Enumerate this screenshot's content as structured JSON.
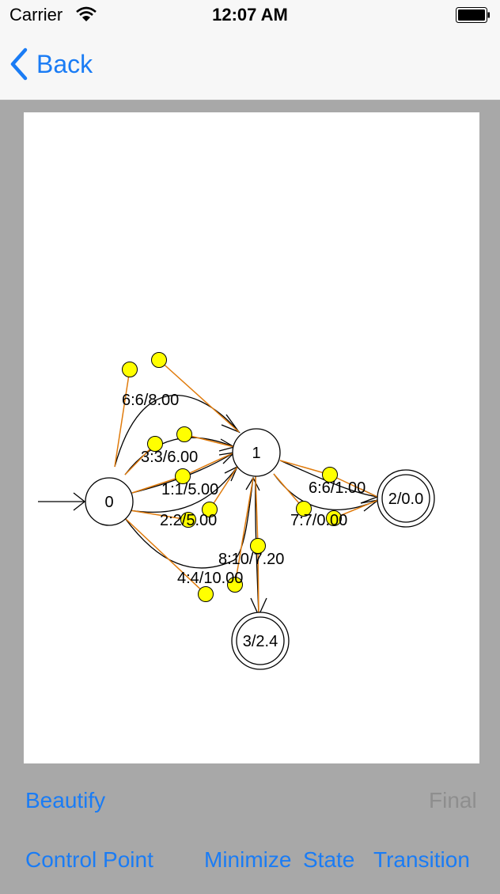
{
  "status_bar": {
    "carrier": "Carrier",
    "time": "12:07 AM"
  },
  "nav": {
    "back_label": "Back"
  },
  "diagram": {
    "states": [
      {
        "label": "0",
        "type": "initial"
      },
      {
        "label": "1",
        "type": "normal"
      },
      {
        "label": "2/0.0",
        "type": "final"
      },
      {
        "label": "3/2.4",
        "type": "final"
      }
    ],
    "transitions": [
      {
        "from": "0",
        "to": "1",
        "label": "6:6/8.00"
      },
      {
        "from": "0",
        "to": "1",
        "label": "3:3/6.00"
      },
      {
        "from": "0",
        "to": "1",
        "label": "1:1/5.00"
      },
      {
        "from": "0",
        "to": "1",
        "label": "2:2/5.00"
      },
      {
        "from": "0",
        "to": "1",
        "label": "4:4/10.00"
      },
      {
        "from": "1",
        "to": "3/2.4",
        "label": "8:10/7.20"
      },
      {
        "from": "1",
        "to": "2/0.0",
        "label": "6:6/1.00"
      },
      {
        "from": "1",
        "to": "2/0.0",
        "label": "7:7/0.00"
      }
    ]
  },
  "toolbar": {
    "beautify": "Beautify",
    "final": "Final",
    "control_point": "Control Point",
    "minimize": "Minimize",
    "state": "State",
    "transition": "Transition"
  },
  "colors": {
    "accent": "#1a7cf5",
    "control_point": "#ffff00",
    "control_line": "#e07b0c"
  }
}
